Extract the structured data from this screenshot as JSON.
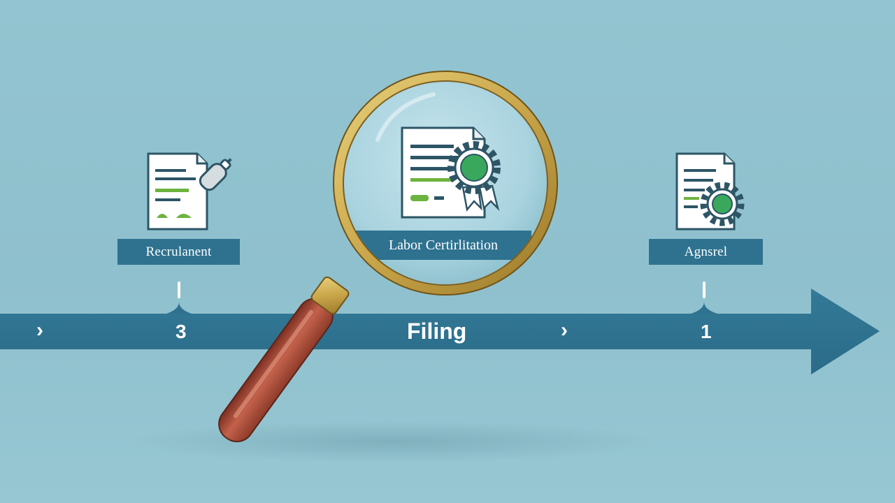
{
  "timeline": {
    "stages": [
      {
        "label": "Recrulanent",
        "step": "3"
      },
      {
        "label": "Labor Certirlitation",
        "step": "Filing"
      },
      {
        "label": "Agnsrel",
        "step": "1"
      }
    ],
    "chevron": "›"
  },
  "colors": {
    "background": "#93c4d1",
    "band": "#2e7290",
    "label_box": "#2e7290",
    "accent_green": "#6db33f",
    "seal_green": "#3aa85c",
    "magnifier_rim": "#c9a64a",
    "magnifier_handle": "#a84b38"
  },
  "icons": [
    "document-pencil-icon",
    "document-certificate-icon",
    "document-gear-icon",
    "magnifying-glass-icon"
  ]
}
